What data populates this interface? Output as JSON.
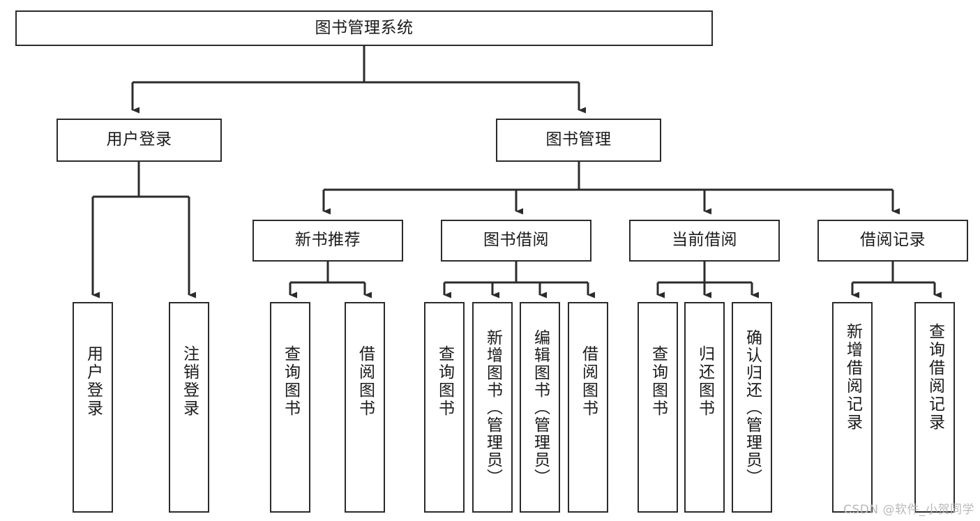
{
  "diagram": {
    "title": "图书管理系统",
    "type": "tree-hierarchy-chart",
    "colors": {
      "box_border": "#2b2b2b",
      "box_fill": "#ffffff",
      "connector": "#2b2b2b",
      "text": "#1a1a1a",
      "watermark": "#b9b9b9",
      "canvas": "#ffffff"
    },
    "root": {
      "label": "图书管理系统"
    },
    "level2": [
      {
        "label": "用户登录"
      },
      {
        "label": "图书管理"
      }
    ],
    "level3": [
      {
        "label": "新书推荐"
      },
      {
        "label": "图书借阅"
      },
      {
        "label": "当前借阅"
      },
      {
        "label": "借阅记录"
      }
    ],
    "leaves": {
      "user_login": [
        {
          "label": "用户登录"
        },
        {
          "label": "注销登录"
        }
      ],
      "new_book_recommend": [
        {
          "label": "查询图书"
        },
        {
          "label": "借阅图书"
        }
      ],
      "book_borrow": [
        {
          "label": "查询图书"
        },
        {
          "label": "新增图书（管理员）"
        },
        {
          "label": "编辑图书（管理员）"
        },
        {
          "label": "借阅图书"
        }
      ],
      "current_borrow": [
        {
          "label": "查询图书"
        },
        {
          "label": "归还图书"
        },
        {
          "label": "确认归还（管理员）"
        }
      ],
      "borrow_record": [
        {
          "label": "新增借阅记录"
        },
        {
          "label": "查询借阅记录"
        }
      ]
    },
    "watermark": "CSDN @软件_小贺同学"
  }
}
